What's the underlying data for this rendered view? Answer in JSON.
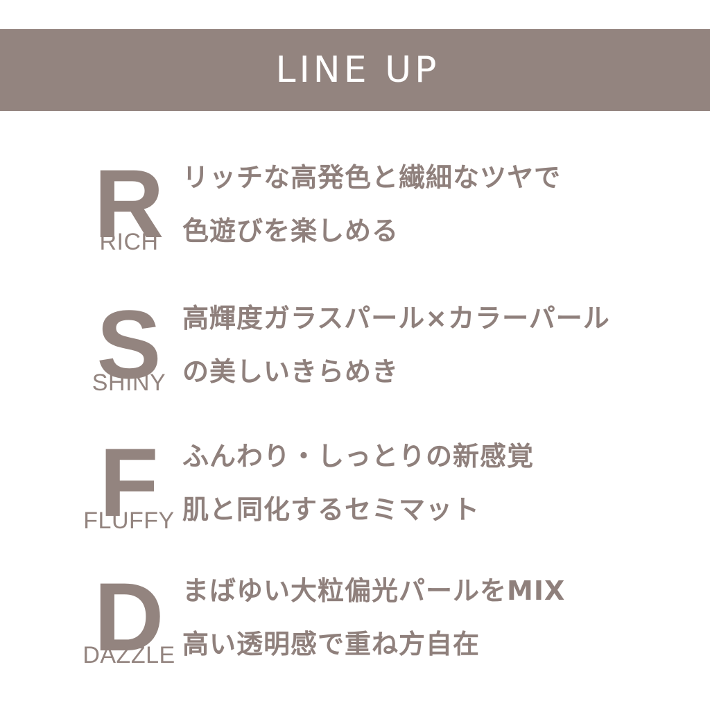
{
  "header": {
    "title": "LINE UP"
  },
  "colors": {
    "band": "#93847f",
    "text": "#8f807c",
    "background": "#ffffff"
  },
  "items": [
    {
      "letter": "R",
      "word": "RICH",
      "line1": "リッチな高発色と繊細なツヤで",
      "line2": "色遊びを楽しめる"
    },
    {
      "letter": "S",
      "word": "SHINY",
      "line1": "高輝度ガラスパール×カラーパール",
      "line2": "の美しいきらめき"
    },
    {
      "letter": "F",
      "word": "FLUFFY",
      "line1": "ふんわり・しっとりの新感覚",
      "line2": "肌と同化するセミマット"
    },
    {
      "letter": "D",
      "word": "DAZZLE",
      "line1": "まばゆい大粒偏光パールをMIX",
      "line2": "高い透明感で重ね方自在"
    }
  ]
}
